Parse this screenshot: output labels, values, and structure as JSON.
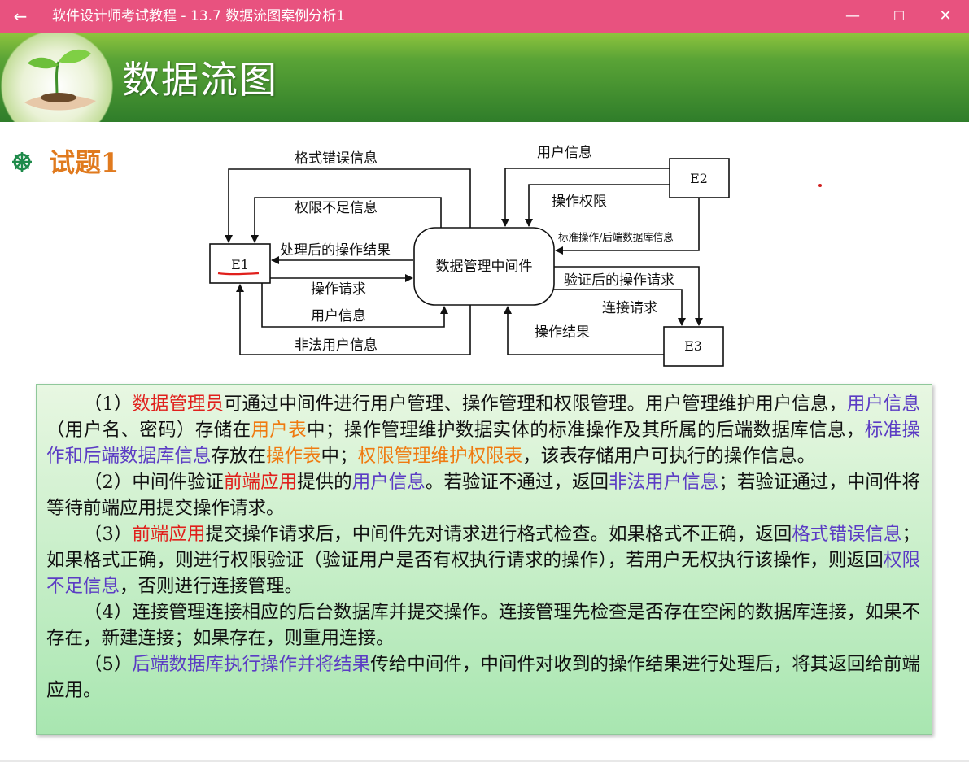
{
  "window": {
    "title": "软件设计师考试教程 - 13.7  数据流图案例分析1",
    "back": "←",
    "minimize": "—",
    "maximize": "☐",
    "close": "✕"
  },
  "slide": {
    "heading": "数据流图",
    "question_title": "试题1"
  },
  "diagram": {
    "center": "数据管理中间件",
    "e1": "E1",
    "e2": "E2",
    "e3": "E3",
    "flows": {
      "format_error": "格式错误信息",
      "perm_insufficient": "权限不足信息",
      "processed_result": "处理后的操作结果",
      "op_request": "操作请求",
      "user_info_left": "用户信息",
      "illegal_user": "非法用户信息",
      "user_info_e2": "用户信息",
      "op_permission": "操作权限",
      "std_ops": "标准操作/后端数据库信息",
      "verified_request": "验证后的操作请求",
      "connect_request": "连接请求",
      "op_result": "操作结果"
    }
  },
  "paragraphs": {
    "p1": {
      "a": "（1）",
      "b": "数据管理员",
      "c": "可通过中间件进行用户管理、操作管理和权限管理。用户管理维护用户信息，",
      "d": "用户信息",
      "e": "（用户名、密码）存储在",
      "f": "用户表",
      "g": "中；操作管理维护数据实体的标准操作及其所属的后端数据库信息，",
      "h": "标准操作和后端数据库信息",
      "i": "存放在",
      "j": "操作表",
      "k": "中；",
      "l": "权限管理维护权限表",
      "m": "，该表存储用户可执行的操作信息。"
    },
    "p2": {
      "a": "（2）中间件验证",
      "b": "前端应用",
      "c": "提供的",
      "d": "用户信息",
      "e": "。若验证不通过，返回",
      "f": "非法用户信息",
      "g": "；若验证通过，中间件将等待前端应用提交操作请求。"
    },
    "p3": {
      "a": "（3）",
      "b": "前端应用",
      "c": "提交操作请求后，中间件先对请求进行格式检查。如果格式不正确，返回",
      "d": "格式错误信息",
      "e": "；如果格式正确，则进行权限验证（验证用户是否有权执行请求的操作），若用户无权执行该操作，则返回",
      "f": "权限不足信息",
      "g": "，否则进行连接管理。"
    },
    "p4": {
      "a": "（4）连接管理连接相应的后台数据库并提交操作。连接管理先检查是否存在空闲的数据库连接，如果不存在，新建连接；如果存在，则重用连接。"
    },
    "p5": {
      "a": "（5）",
      "b": "后端数据库执行操作并将结果",
      "c": "传给中间件，中间件对收到的操作结果进行处理后，将其返回给前端应用。"
    }
  }
}
